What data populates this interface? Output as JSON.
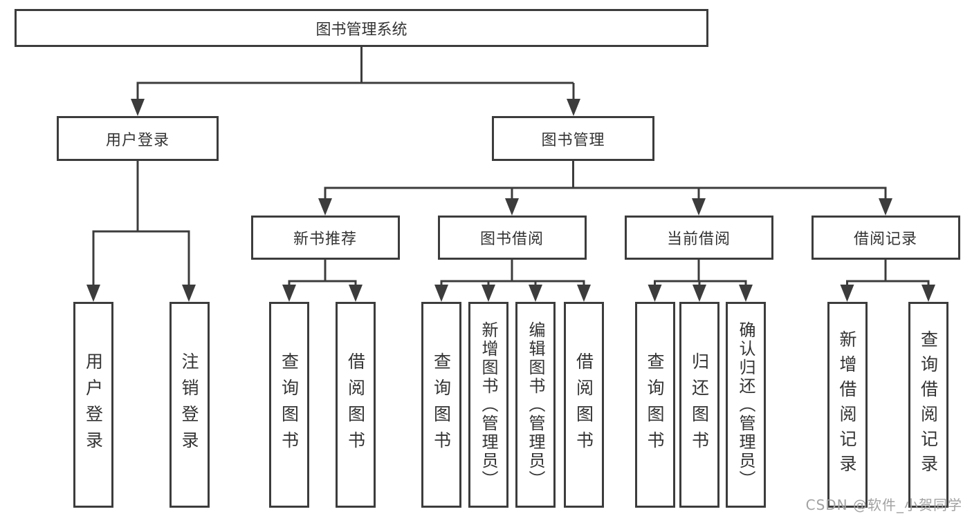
{
  "tree": {
    "label": "图书管理系统",
    "children": [
      {
        "label": "用户登录",
        "children": [
          {
            "label": "用户登录"
          },
          {
            "label": "注销登录"
          }
        ]
      },
      {
        "label": "图书管理",
        "children": [
          {
            "label": "新书推荐",
            "children": [
              {
                "label": "查询图书"
              },
              {
                "label": "借阅图书"
              }
            ]
          },
          {
            "label": "图书借阅",
            "children": [
              {
                "label": "查询图书"
              },
              {
                "label": "新增图书（管理员）"
              },
              {
                "label": "编辑图书（管理员）"
              },
              {
                "label": "借阅图书"
              }
            ]
          },
          {
            "label": "当前借阅",
            "children": [
              {
                "label": "查询图书"
              },
              {
                "label": "归还图书"
              },
              {
                "label": "确认归还（管理员）"
              }
            ]
          },
          {
            "label": "借阅记录",
            "children": [
              {
                "label": "新增借阅记录"
              },
              {
                "label": "查询借阅记录"
              }
            ]
          }
        ]
      }
    ]
  },
  "watermark": "CSDN @软件_小贺同学",
  "colors": {
    "line": "#3c3c3c",
    "text": "#333333",
    "background": "#ffffff",
    "watermark": "#a2a2a2"
  }
}
